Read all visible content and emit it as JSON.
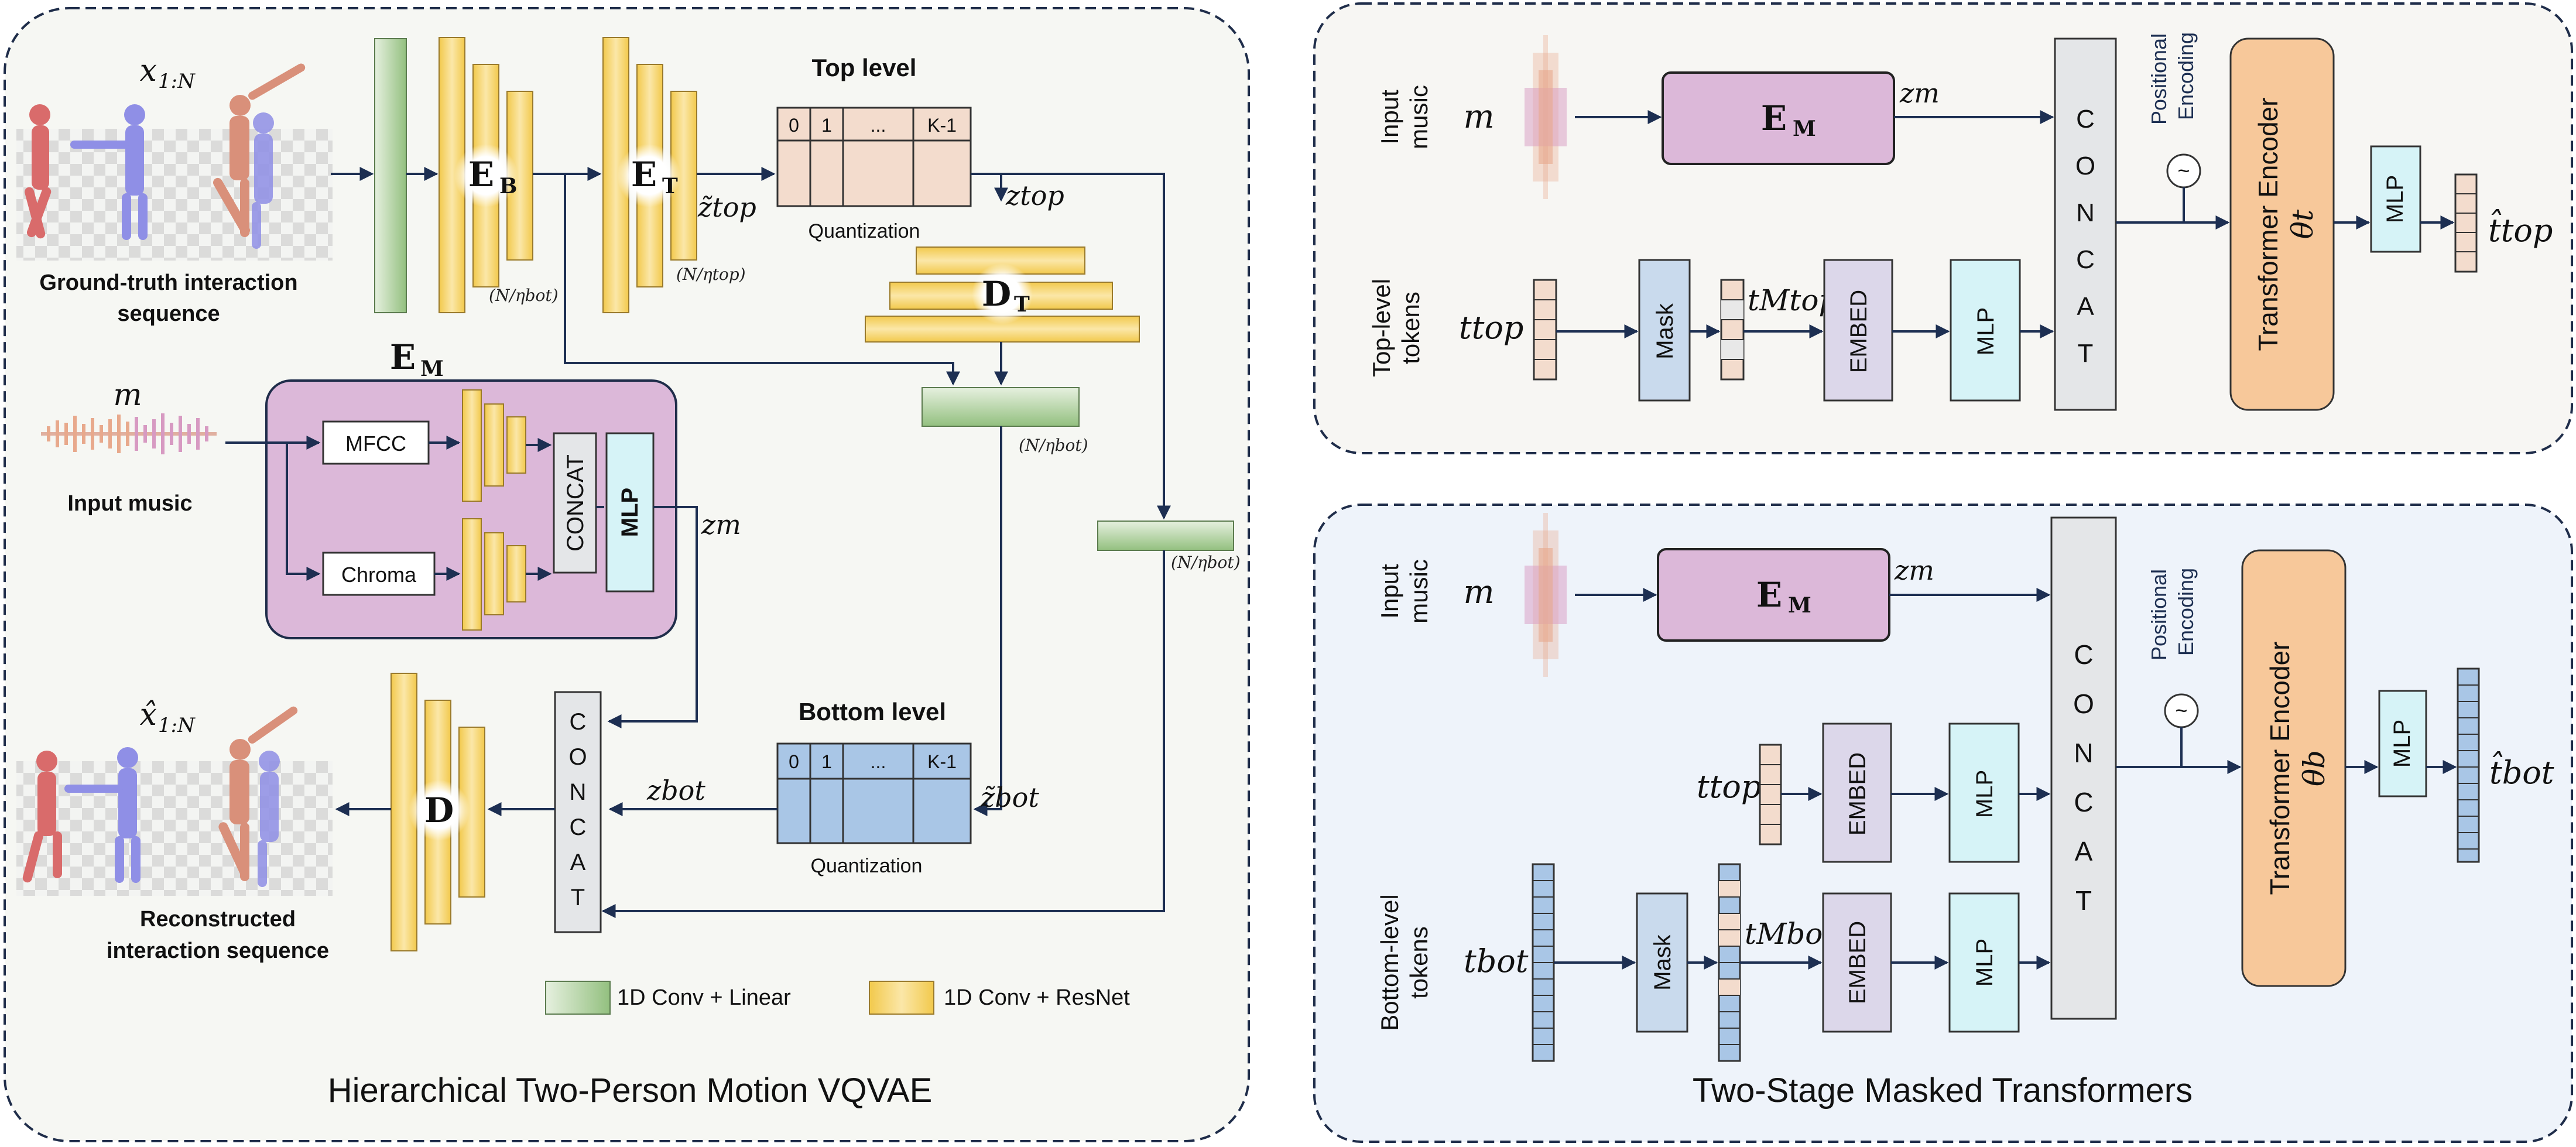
{
  "left_panel": {
    "title": "Hierarchical Two-Person Motion VQVAE",
    "gt_math": "x",
    "gt_math_sub": "1:N",
    "gt_caption_line1": "Ground-truth interaction",
    "gt_caption_line2": "sequence",
    "recon_math": "x̂",
    "recon_math_sub": "1:N",
    "recon_caption_line1": "Reconstructed",
    "recon_caption_line2": "interaction sequence",
    "enc_bottom": "E",
    "enc_bottom_sub": "B",
    "enc_top": "E",
    "enc_top_sub": "T",
    "dec_top": "D",
    "dec_top_sub": "T",
    "dec_main": "D",
    "enc_music": "E",
    "enc_music_sub": "M",
    "rate_bot_1": "(N/ηbot)",
    "rate_top": "(N/ηtop)",
    "rate_bot_2": "(N/ηbot)",
    "rate_bot_3": "(N/ηbot)",
    "z_top_tilde": "z̃top",
    "z_top": "ztop",
    "z_bot_tilde": "z̃bot",
    "z_bot": "zbot",
    "z_m": "zm",
    "music_var": "m",
    "input_music": "Input music",
    "top_level": "Top level",
    "bottom_level": "Bottom level",
    "quantization_top": "Quantization",
    "quantization_bot": "Quantization",
    "codebook_top": [
      "0",
      "1",
      "...",
      "K-1"
    ],
    "codebook_bot": [
      "0",
      "1",
      "...",
      "K-1"
    ],
    "mfcc": "MFCC",
    "chroma": "Chroma",
    "concat_music": "CONCAT",
    "mlp_music": "MLP",
    "concat_main_letters": [
      "C",
      "O",
      "N",
      "C",
      "A",
      "T"
    ],
    "legend_green": "1D Conv + Linear",
    "legend_yellow": "1D Conv + ResNet"
  },
  "top_right_panel": {
    "input_music_label": [
      "Input",
      "music"
    ],
    "music_var": "m",
    "enc": "E",
    "enc_sub": "M",
    "z_m": "zm",
    "tokens_label": [
      "Top-level",
      "tokens"
    ],
    "t_top": "ttop",
    "mask": "Mask",
    "t_top_masked": "tMtop",
    "embed": "EMBED",
    "mlp1": "MLP",
    "concat_letters": [
      "C",
      "O",
      "N",
      "C",
      "A",
      "T"
    ],
    "pos_enc": [
      "Positional",
      "Encoding"
    ],
    "tilde_symbol": "~",
    "transformer": "Transformer Encoder",
    "theta": "θt",
    "mlp2": "MLP",
    "output": "t̂top"
  },
  "bottom_right_panel": {
    "title": "Two-Stage Masked Transformers",
    "input_music_label": [
      "Input",
      "music"
    ],
    "music_var": "m",
    "enc": "E",
    "enc_sub": "M",
    "z_m": "zm",
    "t_top": "ttop",
    "embed_top": "EMBED",
    "mlp_top": "MLP",
    "tokens_label": [
      "Bottom-level",
      "tokens"
    ],
    "t_bot": "tbot",
    "mask": "Mask",
    "t_bot_masked": "tMbot",
    "embed_bot": "EMBED",
    "mlp_bot": "MLP",
    "concat_letters": [
      "C",
      "O",
      "N",
      "C",
      "A",
      "T"
    ],
    "pos_enc": [
      "Positional",
      "Encoding"
    ],
    "tilde_symbol": "~",
    "transformer": "Transformer Encoder",
    "theta": "θb",
    "mlp2": "MLP",
    "output": "t̂bot"
  },
  "colors": {
    "panel_left_bg": "#f6f7f3",
    "panel_tr_bg": "#f7f6f3",
    "panel_br_bg": "#eef3fa",
    "panel_border": "#1f2d4a",
    "music_encoder_fill": "#dcb8d9",
    "yellow": "#f7d98a",
    "green": "#b8d6ad",
    "peach": "#f3dccd",
    "blue_codebook": "#a9c6e6",
    "mask_fill": "#c9daed",
    "embed_fill": "#dcd7ea",
    "mlp_fill": "#d6f3f7",
    "transformer_fill": "#f7c89a",
    "concat_fill": "#e4e6e8",
    "arrow": "#1d2f52"
  }
}
